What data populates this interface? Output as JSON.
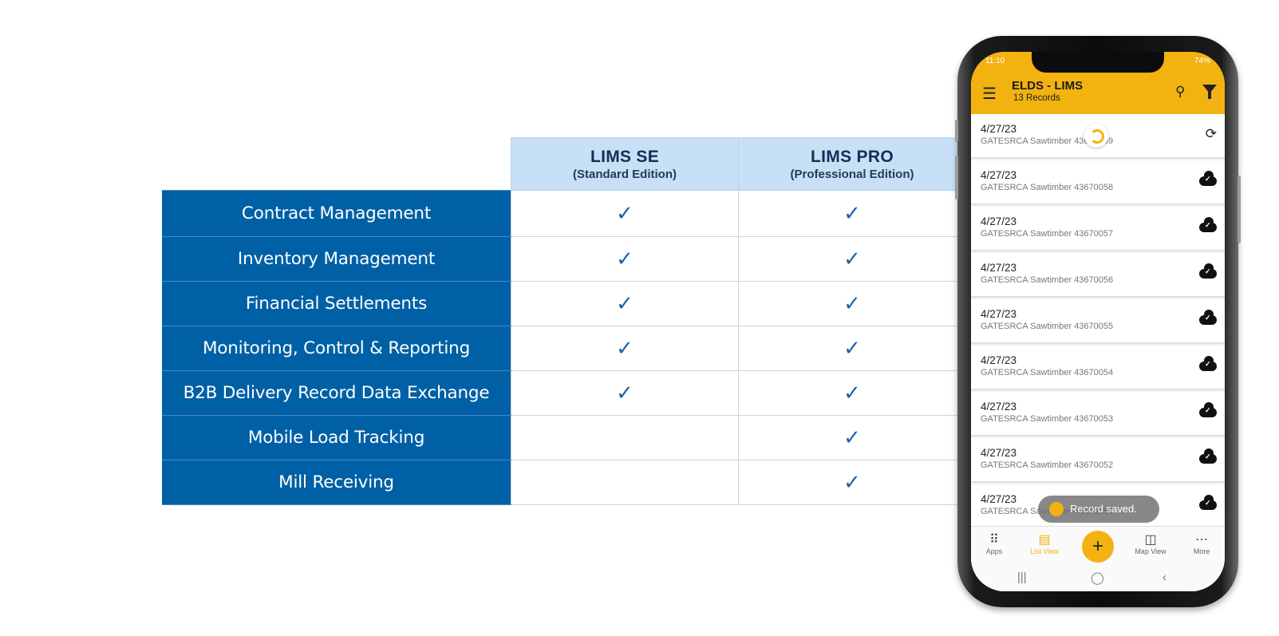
{
  "table": {
    "columns": [
      {
        "name": "LIMS SE",
        "edition": "(Standard Edition)"
      },
      {
        "name": "LIMS PRO",
        "edition": "(Professional Edition)"
      }
    ],
    "check_glyph": "✓",
    "rows": [
      {
        "feature": "Contract Management",
        "se": true,
        "pro": true
      },
      {
        "feature": "Inventory Management",
        "se": true,
        "pro": true
      },
      {
        "feature": "Financial Settlements",
        "se": true,
        "pro": true
      },
      {
        "feature": "Monitoring, Control & Reporting",
        "se": true,
        "pro": true
      },
      {
        "feature": "B2B Delivery Record Data Exchange",
        "se": true,
        "pro": true
      },
      {
        "feature": "Mobile Load Tracking",
        "se": false,
        "pro": true
      },
      {
        "feature": "Mill Receiving",
        "se": false,
        "pro": true
      }
    ],
    "colors": {
      "feature_bg": "#0060a6",
      "header_bg": "#c7e0f5",
      "check": "#1a64a8"
    }
  },
  "phone": {
    "status": {
      "time": "11:10",
      "signal": "74%"
    },
    "appbar": {
      "title": "ELDS - LIMS",
      "subtitle": "13 Records",
      "menu_icon": "menu-icon",
      "search_icon": "search-icon",
      "filter_icon": "filter-icon"
    },
    "records": [
      {
        "date": "4/27/23",
        "desc": "GATESRCA Sawtimber 43670059",
        "icon": "sync-icon",
        "syncing": true
      },
      {
        "date": "4/27/23",
        "desc": "GATESRCA Sawtimber 43670058",
        "icon": "cloud-done-icon"
      },
      {
        "date": "4/27/23",
        "desc": "GATESRCA Sawtimber 43670057",
        "icon": "cloud-done-icon"
      },
      {
        "date": "4/27/23",
        "desc": "GATESRCA Sawtimber 43670056",
        "icon": "cloud-done-icon"
      },
      {
        "date": "4/27/23",
        "desc": "GATESRCA Sawtimber 43670055",
        "icon": "cloud-done-icon"
      },
      {
        "date": "4/27/23",
        "desc": "GATESRCA Sawtimber 43670054",
        "icon": "cloud-done-icon"
      },
      {
        "date": "4/27/23",
        "desc": "GATESRCA Sawtimber 43670053",
        "icon": "cloud-done-icon"
      },
      {
        "date": "4/27/23",
        "desc": "GATESRCA Sawtimber 43670052",
        "icon": "cloud-done-icon"
      },
      {
        "date": "4/27/23",
        "desc": "GATESRCA Sawtimber 43670051",
        "icon": "cloud-done-icon"
      }
    ],
    "toast": "Record saved.",
    "nav": [
      {
        "label": "Apps",
        "icon": "apps-icon"
      },
      {
        "label": "List View",
        "icon": "list-view-icon",
        "active": true
      },
      {
        "label": "Map View",
        "icon": "map-icon"
      },
      {
        "label": "More",
        "icon": "more-icon"
      }
    ],
    "fab": "+",
    "accent": "#f2b311"
  }
}
